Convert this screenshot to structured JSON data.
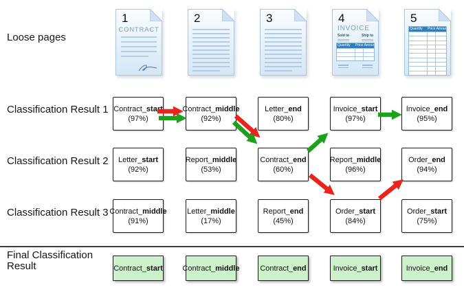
{
  "labels": {
    "loose_pages": "Loose pages",
    "result1": "Classification Result 1",
    "result2": "Classification Result 2",
    "result3": "Classification Result 3",
    "final": "Final Classification Result"
  },
  "pages": [
    {
      "number": "1",
      "title": "CONTRACT"
    },
    {
      "number": "2"
    },
    {
      "number": "3"
    },
    {
      "number": "4",
      "title": "INVOICE",
      "sold_to": "Sold to",
      "ship_to": "Ship to",
      "columns": [
        "Quantity",
        "Price",
        "Amount"
      ]
    },
    {
      "number": "5",
      "columns": [
        "Quantity",
        "Price",
        "Amount"
      ]
    }
  ],
  "result1": {
    "cells": [
      {
        "prefix": "Contract_",
        "suffix": "start",
        "pct": "(97%)"
      },
      {
        "prefix": "Contract_",
        "suffix": "middle",
        "pct": "(92%)"
      },
      {
        "prefix": "Letter_",
        "suffix": "end",
        "pct": "(80%)"
      },
      {
        "prefix": "Invoice_",
        "suffix": "start",
        "pct": "(97%)"
      },
      {
        "prefix": "Invoice_",
        "suffix": "end",
        "pct": "(95%)"
      }
    ]
  },
  "result2": {
    "cells": [
      {
        "prefix": "Letter_",
        "suffix": "start",
        "pct": "(92%)"
      },
      {
        "prefix": "Report_",
        "suffix": "middle",
        "pct": "(53%)"
      },
      {
        "prefix": "Contract_",
        "suffix": "end",
        "pct": "(60%)"
      },
      {
        "prefix": "Report_",
        "suffix": "middle",
        "pct": "(96%)"
      },
      {
        "prefix": "Order_",
        "suffix": "end",
        "pct": "(94%)"
      }
    ]
  },
  "result3": {
    "cells": [
      {
        "prefix": "Contract_",
        "suffix": "middle",
        "pct": "(91%)"
      },
      {
        "prefix": "Letter_",
        "suffix": "middle",
        "pct": "(17%)"
      },
      {
        "prefix": "Report_",
        "suffix": "end",
        "pct": "(45%)"
      },
      {
        "prefix": "Order_",
        "suffix": "start",
        "pct": "(84%)"
      },
      {
        "prefix": "Order_",
        "suffix": "start",
        "pct": "(75%)"
      }
    ]
  },
  "final": {
    "cells": [
      {
        "prefix": "Contract_",
        "suffix": "start"
      },
      {
        "prefix": "Contract_",
        "suffix": "middle"
      },
      {
        "prefix": "Contract_",
        "suffix": "end"
      },
      {
        "prefix": "Invoice_",
        "suffix": "start"
      },
      {
        "prefix": "Invoice_",
        "suffix": "end"
      }
    ]
  },
  "colors": {
    "arrow_green": "#1ca11c",
    "arrow_red": "#e8241c",
    "final_box_bg": "#cdf2cb",
    "table_header_blue": "#2a7fc0"
  }
}
